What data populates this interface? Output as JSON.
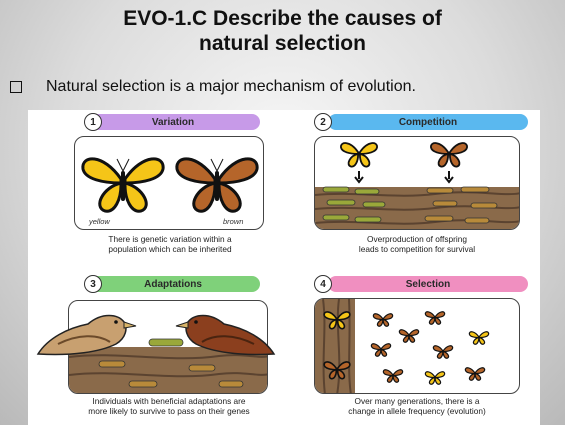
{
  "slide": {
    "title_line1": "EVO-1.C Describe the causes of",
    "title_line2": "natural selection",
    "bullet": "Natural selection is a major mechanism of evolution."
  },
  "panels": [
    {
      "number": "1",
      "heading": "Variation",
      "caption_line1": "There is genetic variation within a",
      "caption_line2": "population which can be inherited",
      "label_a": "yellow",
      "label_b": "brown",
      "color": "#c79ae8"
    },
    {
      "number": "2",
      "heading": "Competition",
      "caption_line1": "Overproduction of offspring",
      "caption_line2": "leads to competition for survival",
      "color": "#5ab8ef"
    },
    {
      "number": "3",
      "heading": "Adaptations",
      "caption_line1": "Individuals with beneficial adaptations are",
      "caption_line2": "more likely to survive to pass on their genes",
      "color": "#7fd17a"
    },
    {
      "number": "4",
      "heading": "Selection",
      "caption_line1": "Over many generations, there is a",
      "caption_line2": "change in allele frequency (evolution)",
      "color": "#f08fc0"
    }
  ],
  "colors": {
    "yellow_wing": "#f5c518",
    "brown_wing": "#b5652a",
    "wood": "#8a6a4a",
    "caterpillar": "#9aa83a"
  }
}
